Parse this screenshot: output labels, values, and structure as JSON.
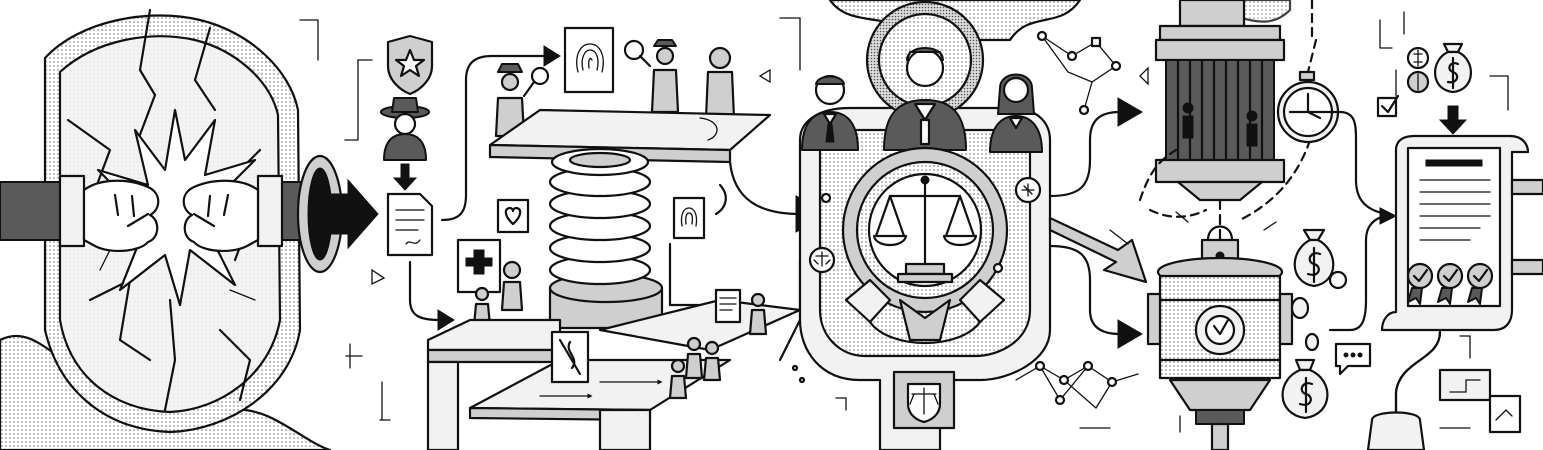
{
  "palette": {
    "ink": "#111111",
    "paper": "#ffffff",
    "light_fill": "#f2f2f2",
    "mid_fill": "#cfcfcf",
    "dark_fill": "#5a5a5a"
  },
  "scene": {
    "panels": [
      {
        "name": "conflict",
        "icons": [
          "cracked-shield-icon",
          "clenched-fist-icon",
          "impact-burst-icon"
        ]
      },
      {
        "name": "investigation",
        "icons": [
          "police-badge-icon",
          "detective-icon",
          "evidence-document-icon",
          "fingerprint-icon",
          "magnifier-icon",
          "medical-cross-icon",
          "heart-icon"
        ]
      },
      {
        "name": "trial",
        "icons": [
          "judge-icon",
          "lawyer-icon",
          "scales-of-justice-icon",
          "justice-badge-icon"
        ]
      },
      {
        "name": "sentencing",
        "icons": [
          "prison-cell-icon",
          "chain-icon",
          "stopwatch-icon",
          "padlock-icon",
          "money-bag-icon",
          "speech-bubble-icon"
        ]
      },
      {
        "name": "resolution",
        "icons": [
          "certificate-scroll-icon",
          "award-seal-icon",
          "checkbox-icon",
          "coin-icon"
        ]
      }
    ]
  }
}
